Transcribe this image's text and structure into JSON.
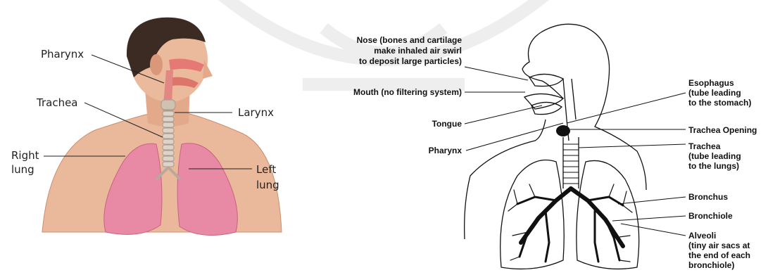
{
  "left_panel": {
    "labels": {
      "pharynx": "Pharynx",
      "trachea": "Trachea",
      "larynx": "Larynx",
      "right_lung": [
        "Right",
        "lung"
      ],
      "left_lung": [
        "Left",
        "lung"
      ]
    },
    "colors": {
      "skin": "#e9b89a",
      "hair": "#3b2b22",
      "lung": "#e88aa6",
      "airway": "#d9cfc4",
      "label_text": "#222222"
    }
  },
  "right_panel": {
    "labels": {
      "nose": [
        "Nose (bones and cartilage",
        "make inhaled air swirl",
        "to deposit large particles)"
      ],
      "mouth": "Mouth (no filtering system)",
      "tongue": "Tongue",
      "pharynx": "Pharynx",
      "esophagus": [
        "Esophagus",
        "(tube leading",
        "to the stomach)"
      ],
      "trachea_opening": "Trachea Opening",
      "trachea": [
        "Trachea",
        "(tube leading",
        "to the lungs)"
      ],
      "bronchus": "Bronchus",
      "bronchiole": "Bronchiole",
      "alveoli": [
        "Alveoli",
        "(tiny air sacs at",
        "the end of each",
        "bronchiole)"
      ]
    }
  }
}
